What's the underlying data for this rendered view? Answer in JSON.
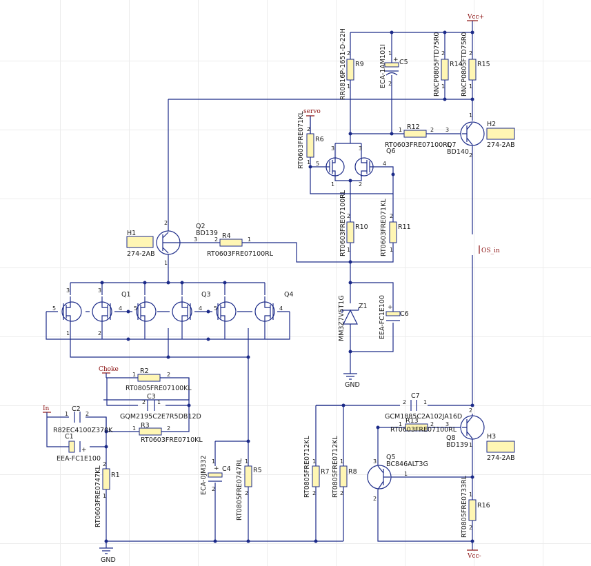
{
  "components": {
    "R9": {
      "ref": "R9",
      "value": "RR0816P-1651-D-22H"
    },
    "C5": {
      "ref": "C5",
      "value": "ECA-1AM101I"
    },
    "R14": {
      "ref": "R14",
      "value": "RNCP0805FTD75R0"
    },
    "R15": {
      "ref": "R15",
      "value": "RNCP0805FTD75R0"
    },
    "R6": {
      "ref": "R6",
      "value": "RT0603FRE071KL"
    },
    "Q6": {
      "ref": "Q6"
    },
    "R12": {
      "ref": "R12",
      "value": "RT0603FRE07100RL"
    },
    "Q7": {
      "ref": "Q7",
      "value": "BD140"
    },
    "H2": {
      "ref": "H2",
      "value": "274-2AB"
    },
    "R10": {
      "ref": "R10",
      "value": "RT0603FRE07100RL"
    },
    "R11": {
      "ref": "R11",
      "value": "RT0603FRE071KL"
    },
    "Q2": {
      "ref": "Q2",
      "value": "BD139"
    },
    "H1": {
      "ref": "H1",
      "value": "274-2AB"
    },
    "R4": {
      "ref": "R4",
      "value": "RT0603FRE07100RL"
    },
    "Q1": {
      "ref": "Q1"
    },
    "Q3": {
      "ref": "Q3"
    },
    "Q4": {
      "ref": "Q4"
    },
    "Z1": {
      "ref": "Z1",
      "value": "MM3Z7V5T1G"
    },
    "C6": {
      "ref": "C6",
      "value": "EEA-FC1E100"
    },
    "R2": {
      "ref": "R2",
      "value": "RT0805FRE07100KL"
    },
    "C3": {
      "ref": "C3",
      "value": "GQM2195C2E7R5DB12D"
    },
    "C2": {
      "ref": "C2",
      "value": "R82EC4100Z370K"
    },
    "C1": {
      "ref": "C1",
      "value": "EEA-FC1E100"
    },
    "R3": {
      "ref": "R3",
      "value": "RT0603FRE0710KL"
    },
    "R1": {
      "ref": "R1",
      "value": "RT0603FRE0747KL"
    },
    "C4": {
      "ref": "C4",
      "value": "ECA-0JM332"
    },
    "R5": {
      "ref": "R5",
      "value": "RT0805FRE0747RL"
    },
    "R7": {
      "ref": "R7",
      "value": "RT0805FRE0712KL"
    },
    "R8": {
      "ref": "R8",
      "value": "RT0805FRE0712KL"
    },
    "C7": {
      "ref": "C7",
      "value": "GCM1885C2A102JA16D"
    },
    "R13": {
      "ref": "R13",
      "value": "RT0603FRE07100RL"
    },
    "Q8": {
      "ref": "Q8",
      "value": "BD139"
    },
    "H3": {
      "ref": "H3",
      "value": "274-2AB"
    },
    "Q5": {
      "ref": "Q5",
      "value": "BC846ALT3G"
    },
    "R16": {
      "ref": "R16",
      "value": "RT0805FRE0733RL"
    }
  },
  "ports": {
    "vcc_pos": "Vcc+",
    "vcc_neg": "Vcc-",
    "servo": "servo",
    "choke": "Choke",
    "in": "In",
    "os_in": "OS_in",
    "gnd_left": "GND",
    "gnd_mid": "GND"
  },
  "pins": {
    "p1": "1",
    "p2": "2",
    "p3": "3",
    "p4": "4",
    "p5": "5",
    "plus": "+"
  },
  "colors": {
    "wire": "#1b2a88",
    "component_fill": "#fff6b4",
    "port_label": "#8b1010",
    "grid": "#ececec"
  }
}
